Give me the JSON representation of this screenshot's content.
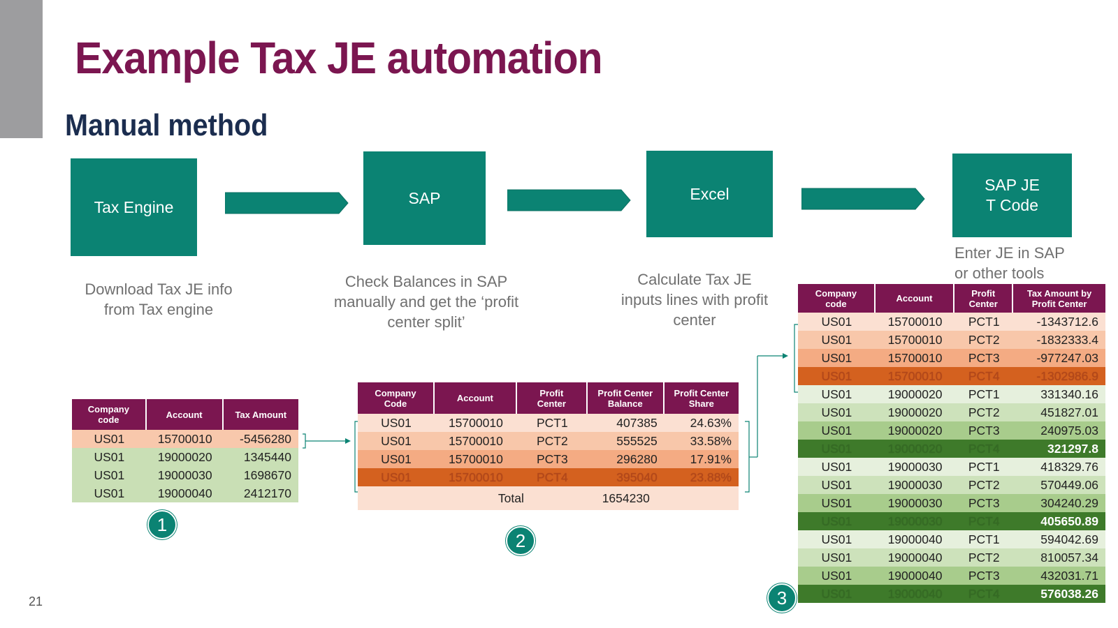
{
  "slide": {
    "title": "Example Tax JE automation",
    "subtitle": "Manual method",
    "page_number": "21"
  },
  "flow": {
    "boxes": [
      {
        "label": "Tax Engine"
      },
      {
        "label": "SAP"
      },
      {
        "label": "Excel"
      },
      {
        "label": "SAP JE\nT Code"
      }
    ],
    "descriptions": [
      "Download Tax JE info\nfrom Tax engine",
      "Check Balances in SAP\nmanually and get the ‘profit\ncenter split’",
      "Calculate Tax JE\ninputs lines with profit\ncenter",
      "Enter JE in SAP\nor other tools"
    ]
  },
  "table1": {
    "headers": [
      "Company\ncode",
      "Account",
      "Tax Amount"
    ],
    "rows": [
      {
        "cells": [
          "US01",
          "15700010",
          "-5456280"
        ],
        "color": "#f8c8ac"
      },
      {
        "cells": [
          "US01",
          "19000020",
          "1345440"
        ],
        "color": "#c9dfb5"
      },
      {
        "cells": [
          "US01",
          "19000030",
          "1698670"
        ],
        "color": "#c9dfb5"
      },
      {
        "cells": [
          "US01",
          "19000040",
          "2412170"
        ],
        "color": "#c9dfb5"
      }
    ],
    "badge": "1"
  },
  "table2": {
    "headers": [
      "Company\nCode",
      "Account",
      "Profit\nCenter",
      "Profit Center\nBalance",
      "Profit Center\nShare"
    ],
    "rows": [
      {
        "cells": [
          "US01",
          "15700010",
          "PCT1",
          "407385",
          "24.63%"
        ],
        "color": "#fbe0d2"
      },
      {
        "cells": [
          "US01",
          "15700010",
          "PCT2",
          "555525",
          "33.58%"
        ],
        "color": "#f8c7aa"
      },
      {
        "cells": [
          "US01",
          "15700010",
          "PCT3",
          "296280",
          "17.91%"
        ],
        "color": "#f4ab83"
      },
      {
        "cells": [
          "US01",
          "15700010",
          "PCT4",
          "395040",
          "23.88%"
        ],
        "color": "#d4611f"
      }
    ],
    "total_label": "Total",
    "total_value": "1654230",
    "badge": "2"
  },
  "table3": {
    "headers": [
      "Company\ncode",
      "Account",
      "Profit\nCenter",
      "Tax Amount by\nProfit Center"
    ],
    "rows": [
      {
        "cells": [
          "US01",
          "15700010",
          "PCT1",
          "-1343712.6"
        ],
        "color": "#fbe0d2"
      },
      {
        "cells": [
          "US01",
          "15700010",
          "PCT2",
          "-1832333.4"
        ],
        "color": "#f8c7aa"
      },
      {
        "cells": [
          "US01",
          "15700010",
          "PCT3",
          "-977247.03"
        ],
        "color": "#f4ab83"
      },
      {
        "cells": [
          "US01",
          "15700010",
          "PCT4",
          "-1302986.9"
        ],
        "color": "#d4611f"
      },
      {
        "cells": [
          "US01",
          "19000020",
          "PCT1",
          "331340.16"
        ],
        "color": "#e6f0dd"
      },
      {
        "cells": [
          "US01",
          "19000020",
          "PCT2",
          "451827.01"
        ],
        "color": "#cde2bb"
      },
      {
        "cells": [
          "US01",
          "19000020",
          "PCT3",
          "240975.03"
        ],
        "color": "#a8cc8c"
      },
      {
        "cells": [
          "US01",
          "19000020",
          "PCT4",
          "321297.8"
        ],
        "color": "#3e7a2a"
      },
      {
        "cells": [
          "US01",
          "19000030",
          "PCT1",
          "418329.76"
        ],
        "color": "#e6f0dd"
      },
      {
        "cells": [
          "US01",
          "19000030",
          "PCT2",
          "570449.06"
        ],
        "color": "#cde2bb"
      },
      {
        "cells": [
          "US01",
          "19000030",
          "PCT3",
          "304240.29"
        ],
        "color": "#a8cc8c"
      },
      {
        "cells": [
          "US01",
          "19000030",
          "PCT4",
          "405650.89"
        ],
        "color": "#3e7a2a"
      },
      {
        "cells": [
          "US01",
          "19000040",
          "PCT1",
          "594042.69"
        ],
        "color": "#e6f0dd"
      },
      {
        "cells": [
          "US01",
          "19000040",
          "PCT2",
          "810057.34"
        ],
        "color": "#cde2bb"
      },
      {
        "cells": [
          "US01",
          "19000040",
          "PCT3",
          "432031.71"
        ],
        "color": "#a8cc8c"
      },
      {
        "cells": [
          "US01",
          "19000040",
          "PCT4",
          "576038.26"
        ],
        "color": "#3e7a2a"
      }
    ],
    "badge": "3"
  },
  "colors": {
    "title": "#7b1650",
    "subtitle": "#1b2d4f",
    "box": "#0b8373",
    "header": "#7b1650"
  }
}
